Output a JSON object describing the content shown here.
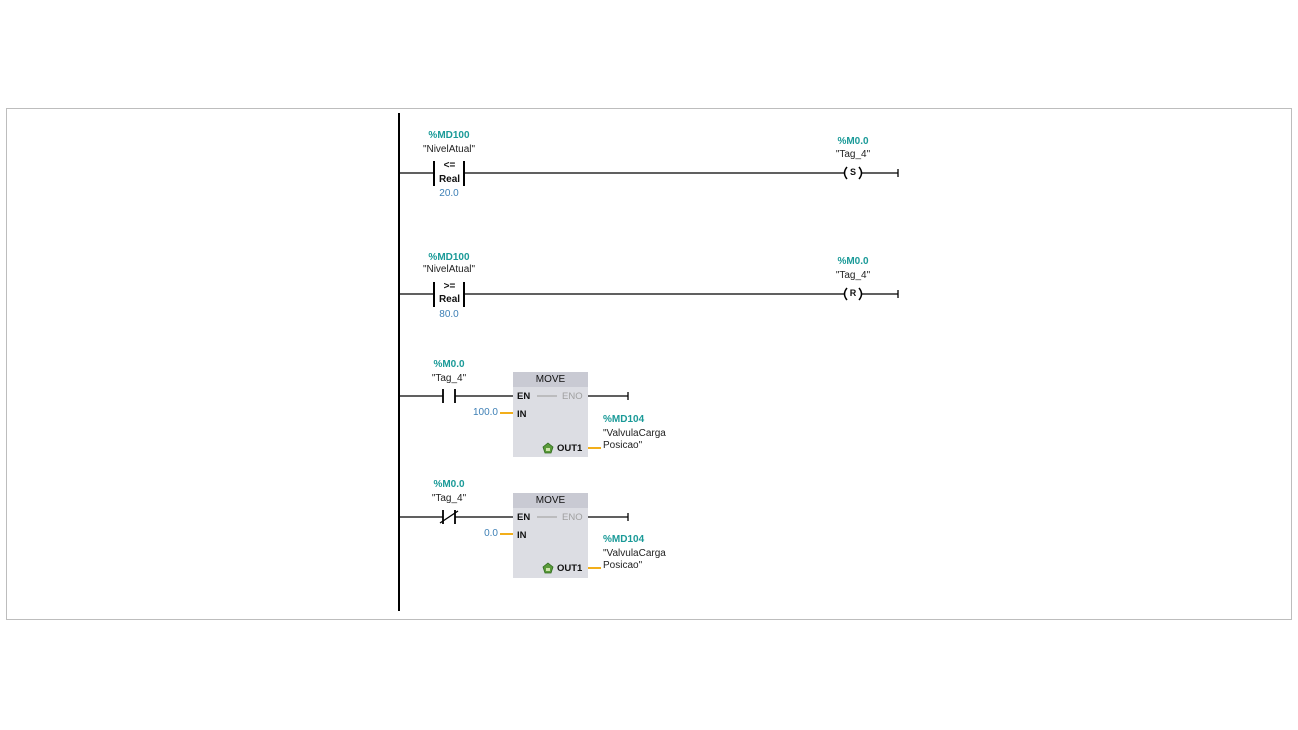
{
  "networks": [
    {
      "contact": {
        "address": "%MD100",
        "name": "\"NivelAtual\"",
        "operator": "<=",
        "type": "Real",
        "operand": "20.0"
      },
      "coil": {
        "address": "%M0.0",
        "name": "\"Tag_4\"",
        "symbol": "S"
      }
    },
    {
      "contact": {
        "address": "%MD100",
        "name": "\"NivelAtual\"",
        "operator": ">=",
        "type": "Real",
        "operand": "80.0"
      },
      "coil": {
        "address": "%M0.0",
        "name": "\"Tag_4\"",
        "symbol": "R"
      }
    },
    {
      "contact": {
        "address": "%M0.0",
        "name": "\"Tag_4\"",
        "kind": "normally-open"
      },
      "block": {
        "title": "MOVE",
        "en": "EN",
        "eno": "ENO",
        "in": "IN",
        "out": "OUT1",
        "in_value": "100.0",
        "out_address": "%MD104",
        "out_name_line1": "\"ValvulaCarga",
        "out_name_line2": "Posicao\""
      }
    },
    {
      "contact": {
        "address": "%M0.0",
        "name": "\"Tag_4\"",
        "kind": "normally-closed"
      },
      "block": {
        "title": "MOVE",
        "en": "EN",
        "eno": "ENO",
        "in": "IN",
        "out": "OUT1",
        "in_value": "0.0",
        "out_address": "%MD104",
        "out_name_line1": "\"ValvulaCarga",
        "out_name_line2": "Posicao\""
      }
    }
  ],
  "colors": {
    "address": "#1a9a98",
    "value": "#3d7fb5",
    "wire": "#000000",
    "param_wire": "#f0a500",
    "block_fill": "#dcdde3",
    "block_header": "#c9cad3"
  }
}
